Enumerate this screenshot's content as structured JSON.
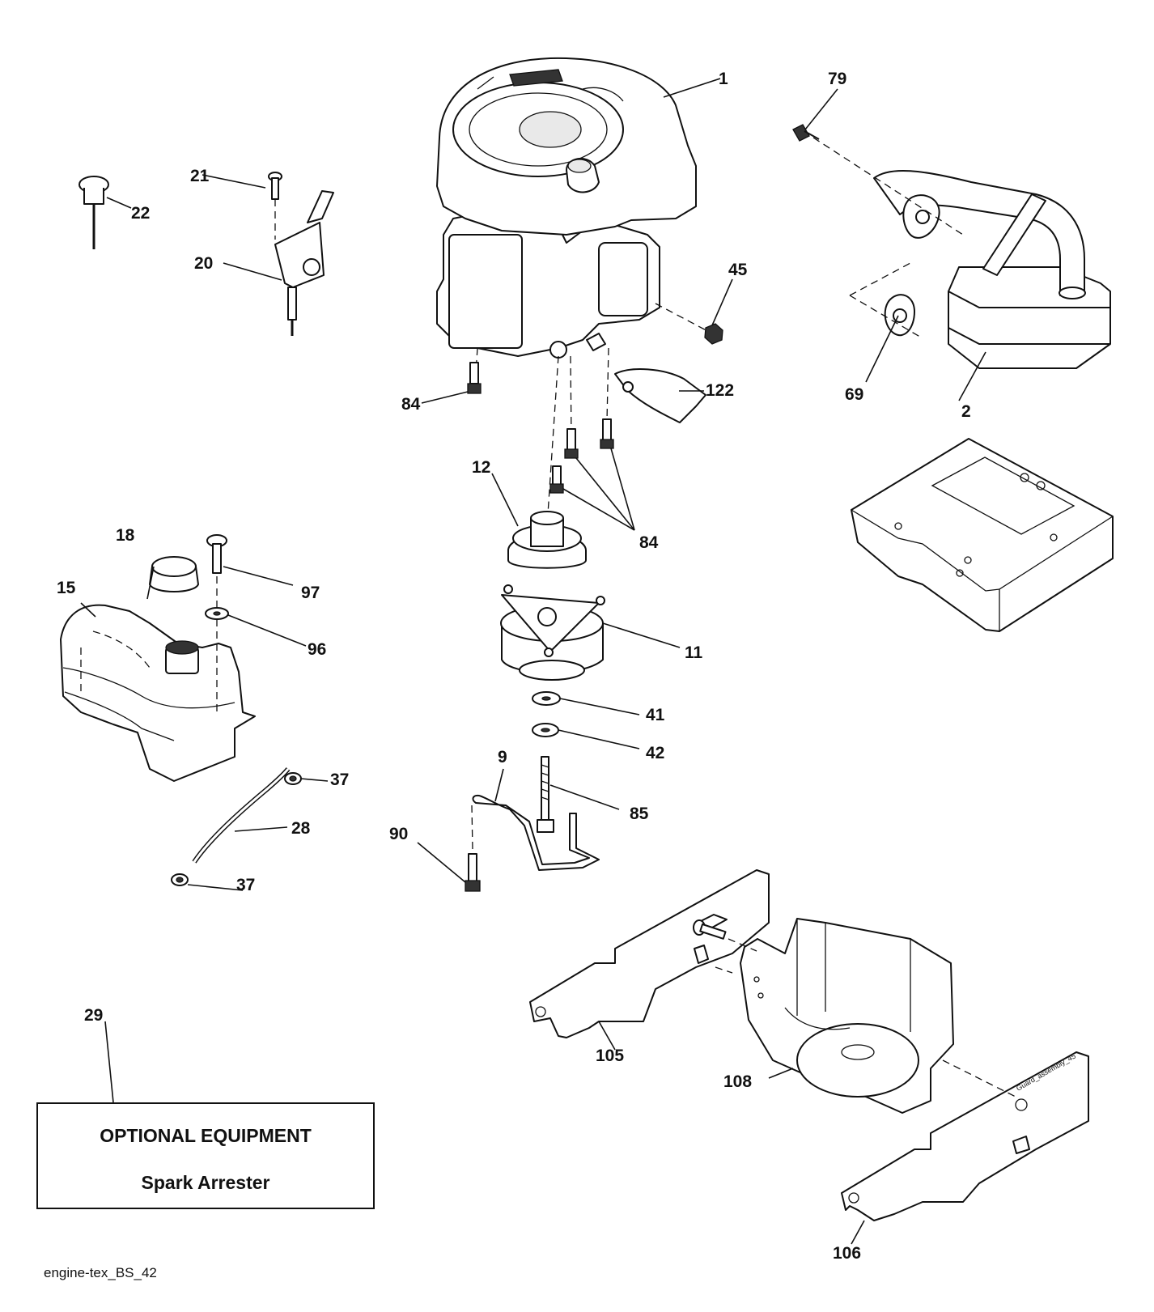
{
  "callouts": {
    "c1": "1",
    "c2": "2",
    "c9": "9",
    "c11": "11",
    "c12": "12",
    "c15": "15",
    "c18": "18",
    "c20": "20",
    "c21": "21",
    "c22": "22",
    "c28": "28",
    "c29": "29",
    "c37a": "37",
    "c37b": "37",
    "c41": "41",
    "c42": "42",
    "c45": "45",
    "c69": "69",
    "c79": "79",
    "c84a": "84",
    "c84b": "84",
    "c85": "85",
    "c90": "90",
    "c96": "96",
    "c97": "97",
    "c105": "105",
    "c106": "106",
    "c108": "108",
    "c122": "122"
  },
  "optional_box": {
    "title": "OPTIONAL EQUIPMENT",
    "item": "Spark Arrester"
  },
  "drawing_ref": "engine-tex_BS_42",
  "guard_label": "Guard_assembly_45",
  "colors": {
    "line": "#111111",
    "background": "#ffffff"
  }
}
